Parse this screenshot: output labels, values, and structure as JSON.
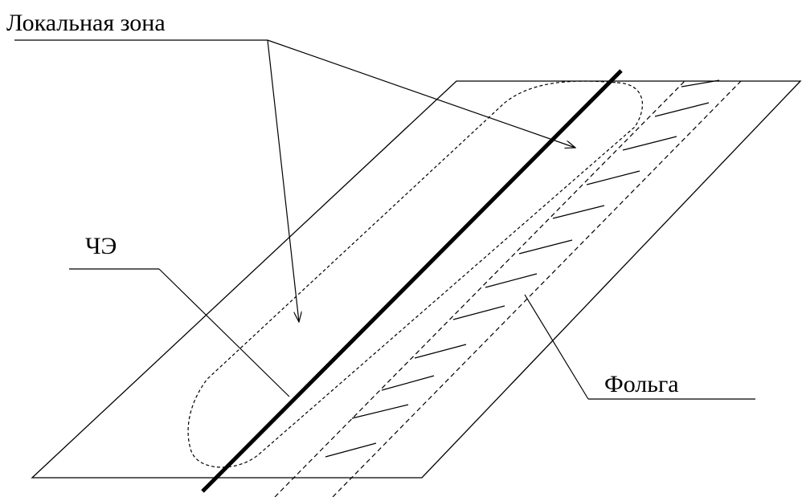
{
  "labels": {
    "local_zone": "Локальная зона",
    "sensing_element": "ЧЭ",
    "foil": "Фольга"
  },
  "colors": {
    "stroke": "#000000",
    "background": "#ffffff"
  }
}
